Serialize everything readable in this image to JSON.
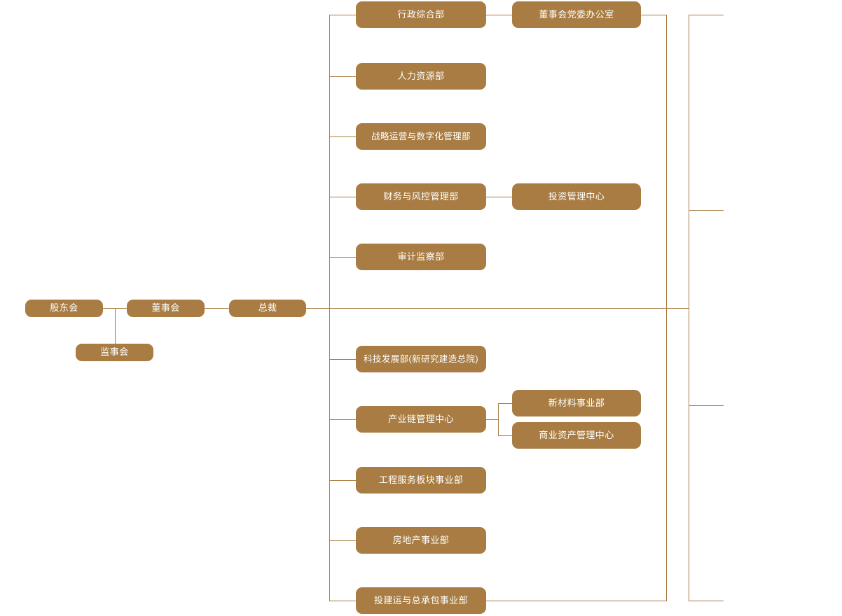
{
  "theme": {
    "node_fill": "#a87c42",
    "node_text": "#ffffff",
    "line_color": "#a87c42",
    "background": "#ffffff"
  },
  "governance": {
    "shareholders_meeting": "股东会",
    "board_of_directors": "董事会",
    "supervisory_board": "监事会",
    "president": "总裁"
  },
  "departments_upper": [
    {
      "label": "行政综合部"
    },
    {
      "label": "人力资源部"
    },
    {
      "label": "战略运营与数字化管理部"
    },
    {
      "label": "财务与风控管理部"
    },
    {
      "label": "审计监察部"
    }
  ],
  "departments_lower": [
    {
      "label": "科技发展部(新研究建造总院)"
    },
    {
      "label": "产业链管理中心"
    },
    {
      "label": "工程服务板块事业部"
    },
    {
      "label": "房地产事业部"
    },
    {
      "label": "投建运与总承包事业部"
    }
  ],
  "sub_units": [
    {
      "label": "董事会党委办公室",
      "parent": "行政综合部"
    },
    {
      "label": "投资管理中心",
      "parent": "财务与风控管理部"
    },
    {
      "label": "新材料事业部",
      "parent": "产业链管理中心"
    },
    {
      "label": "商业资产管理中心",
      "parent": "产业链管理中心"
    }
  ]
}
